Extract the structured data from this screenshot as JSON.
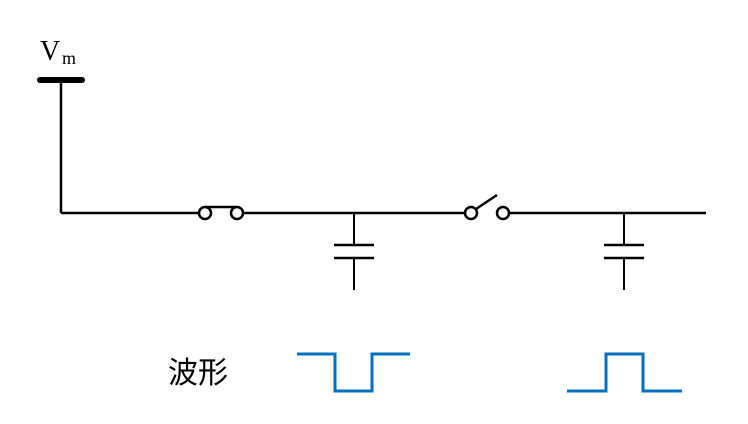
{
  "supply": {
    "main": "V",
    "sub": "m"
  },
  "waveform_label": "波形",
  "colors": {
    "wire": "#000000",
    "waveform": "#0070c0",
    "background": "#ffffff"
  },
  "components": [
    {
      "type": "supply-rail",
      "icon": "supply-rail-icon"
    },
    {
      "type": "closed-switch",
      "icon": "closed-switch-icon"
    },
    {
      "type": "capacitor",
      "icon": "capacitor-icon"
    },
    {
      "type": "open-switch",
      "icon": "open-switch-icon"
    },
    {
      "type": "capacitor",
      "icon": "capacitor-icon"
    }
  ],
  "waveforms": [
    {
      "shape": "pulse-low",
      "levels": [
        "high",
        "low",
        "high"
      ]
    },
    {
      "shape": "pulse-high",
      "levels": [
        "low",
        "high",
        "low"
      ]
    }
  ]
}
